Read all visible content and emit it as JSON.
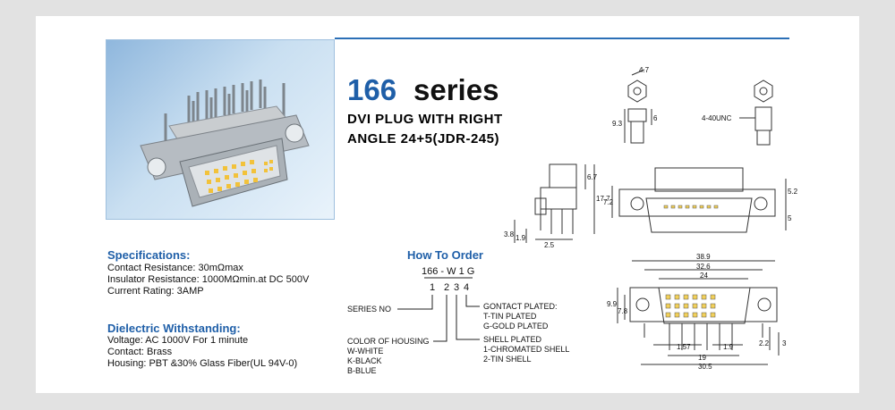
{
  "header": {
    "series_number": "166",
    "series_word": "series",
    "subtitle_line1": "DVI PLUG WITH RIGHT",
    "subtitle_line2": "ANGLE 24+5(JDR-245)"
  },
  "specifications": {
    "heading": "Specifications:",
    "lines": [
      "Contact Resistance: 30mΩmax",
      "Insulator Resistance: 1000MΩmin.at DC 500V",
      "Current Rating: 3AMP"
    ]
  },
  "dielectric": {
    "heading": "Dielectric Withstanding:",
    "lines": [
      "Voltage: AC 1000V For 1 minute",
      "Contact: Brass",
      "Housing: PBT &30% Glass Fiber(UL 94V-0)"
    ]
  },
  "how_to_order": {
    "heading": "How To Order",
    "code": "166 - W 1 G",
    "digits": [
      "1",
      "2",
      "3",
      "4"
    ],
    "series_no": "SERIES NO",
    "color_lines": [
      "COLOR OF HOUSING",
      "W-WHITE",
      "K-BLACK",
      "B-BLUE"
    ],
    "shell_lines": [
      "SHELL PLATED",
      "1-CHROMATED SHELL",
      "2-TIN SHELL"
    ],
    "contact_lines": [
      "GONTACT PLATED:",
      "T-TIN PLATED",
      "G-GOLD PLATED"
    ]
  },
  "drawings": {
    "top_view": {
      "dim_a": "4.7",
      "dim_b": "9.3",
      "dim_c": "6",
      "thread": "4-40UNC"
    },
    "side_view": {
      "dim_a": "6.7",
      "dim_b": "17.7",
      "dim_c": "3.8",
      "dim_d": "1.9",
      "dim_e": "2.5"
    },
    "front_view": {
      "dim_a": "7.2",
      "dim_b": "5.2",
      "dim_c": "5"
    },
    "bottom_view": {
      "dim_a": "38.9",
      "dim_b": "32.6",
      "dim_c": "24",
      "dim_d": "9.9",
      "dim_e": "7.8",
      "dim_f": "1.57",
      "dim_g": "1.9",
      "dim_h": "2.2",
      "dim_i": "3",
      "dim_j": "19",
      "dim_k": "30.5"
    }
  },
  "colors": {
    "accent": "#1f5fa8",
    "line": "#2b6fb6"
  }
}
